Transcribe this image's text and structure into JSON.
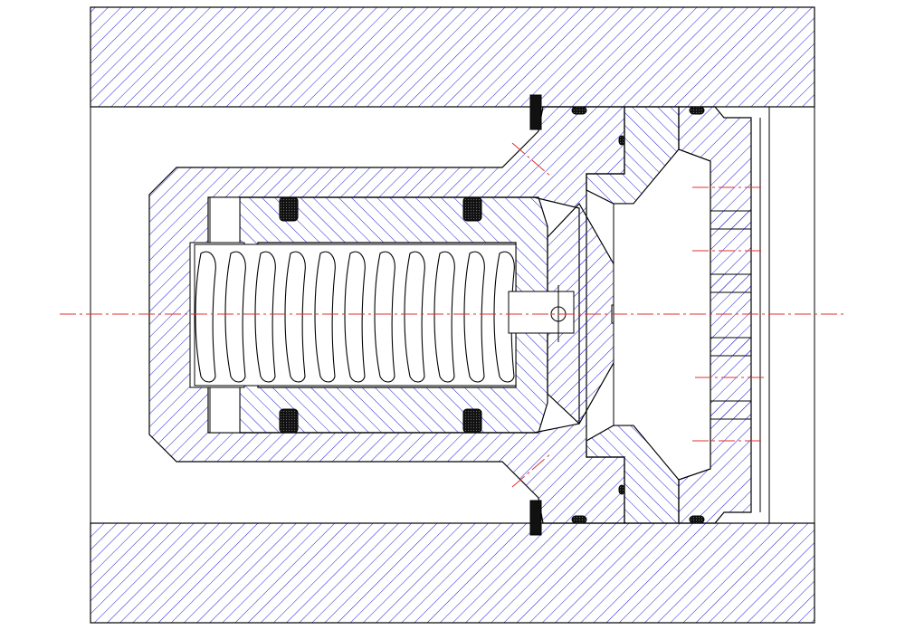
{
  "colors": {
    "background": "#ffffff",
    "outline": "#000000",
    "hatch": "#1f1fd6",
    "centerline": "#e03030",
    "seal": "#111111"
  },
  "parts": [
    {
      "name": "housing-top"
    },
    {
      "name": "housing-bottom"
    },
    {
      "name": "valve-cartridge-body"
    },
    {
      "name": "spring-guide-sleeve"
    },
    {
      "name": "compression-spring"
    },
    {
      "name": "poppet-cone"
    },
    {
      "name": "valve-seat-block"
    },
    {
      "name": "end-plug"
    },
    {
      "name": "o-ring-seals"
    },
    {
      "name": "retaining-ring"
    }
  ]
}
